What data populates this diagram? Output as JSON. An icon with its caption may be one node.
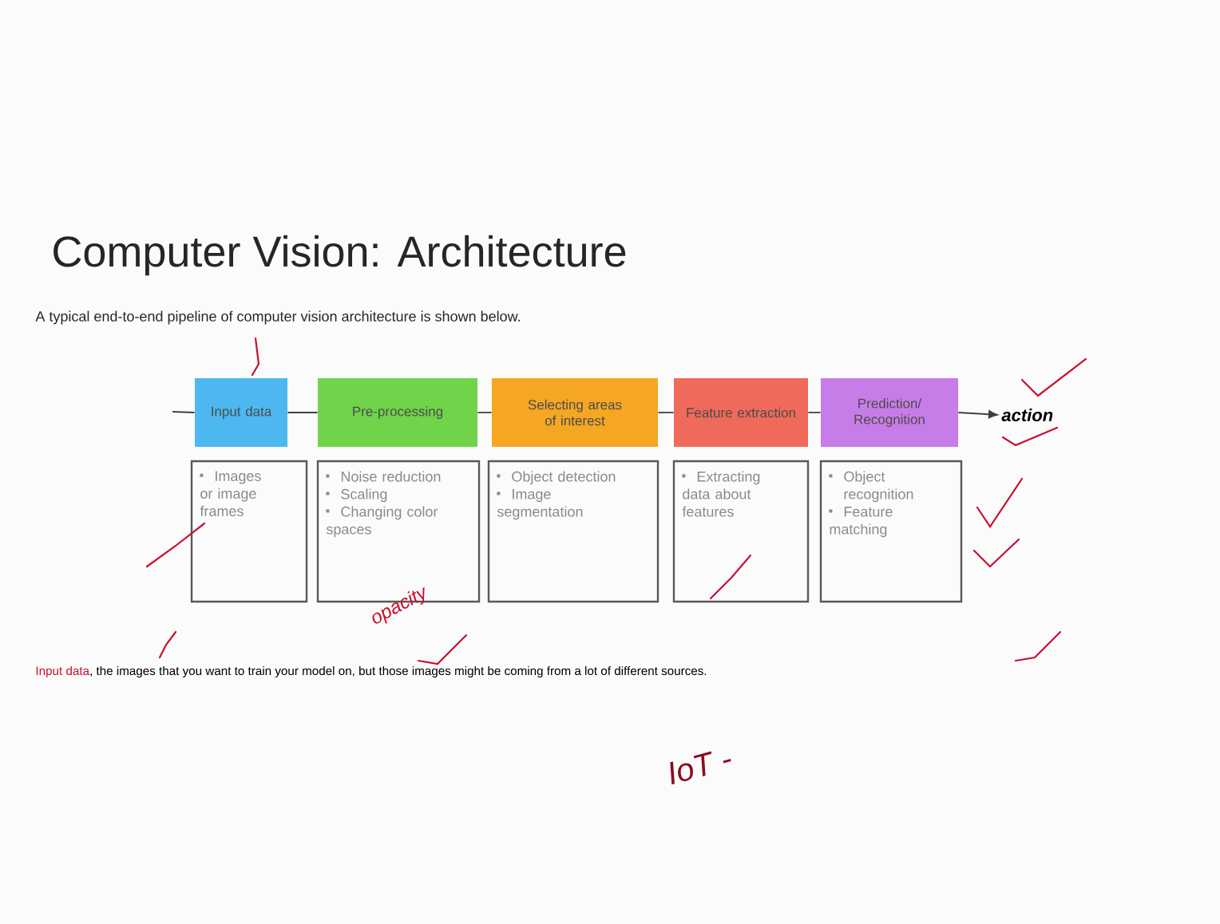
{
  "diagram": {
    "title": "Computer Vision: Architecture",
    "caption": "A typical end-to-end pipeline of computer vision architecture is shown below.",
    "nodes": [
      {
        "text": [
          "Input data"
        ]
      },
      {
        "text": [
          "Pre-processing"
        ]
      },
      {
        "text": [
          "Selecting areas of interest"
        ]
      },
      {
        "text": [
          "Feature extraction"
        ]
      },
      {
        "text": [
          "Prediction/ Recognition"
        ]
      },
      {
        "text": [
          "Images or image frames"
        ]
      },
      {
        "text": [
          "Noise reduction",
          "Scaling",
          "Changing color spaces"
        ]
      },
      {
        "text": [
          "Object detection",
          "Image segmentation"
        ]
      },
      {
        "text": [
          "Extracting data about features"
        ]
      },
      {
        "text": [
          "Object recognition",
          "Feature matching"
        ]
      },
      {
        "text": [
          "action"
        ]
      }
    ],
    "edges": [
      {
        "from": null,
        "to": 0,
        "arrow": "none"
      },
      {
        "from": 0,
        "to": 1,
        "arrow": "none"
      },
      {
        "from": 1,
        "to": 2,
        "arrow": "none"
      },
      {
        "from": 2,
        "to": 3,
        "arrow": "none"
      },
      {
        "from": 3,
        "to": 4,
        "arrow": "none"
      },
      {
        "from": 4,
        "to": 10,
        "arrow": "to"
      }
    ],
    "labels": [
      "Input data",
      ", the images that you want to train your model on, but those images might be coming from a lot of different sources.",
      "opacity",
      "IoT -"
    ]
  }
}
